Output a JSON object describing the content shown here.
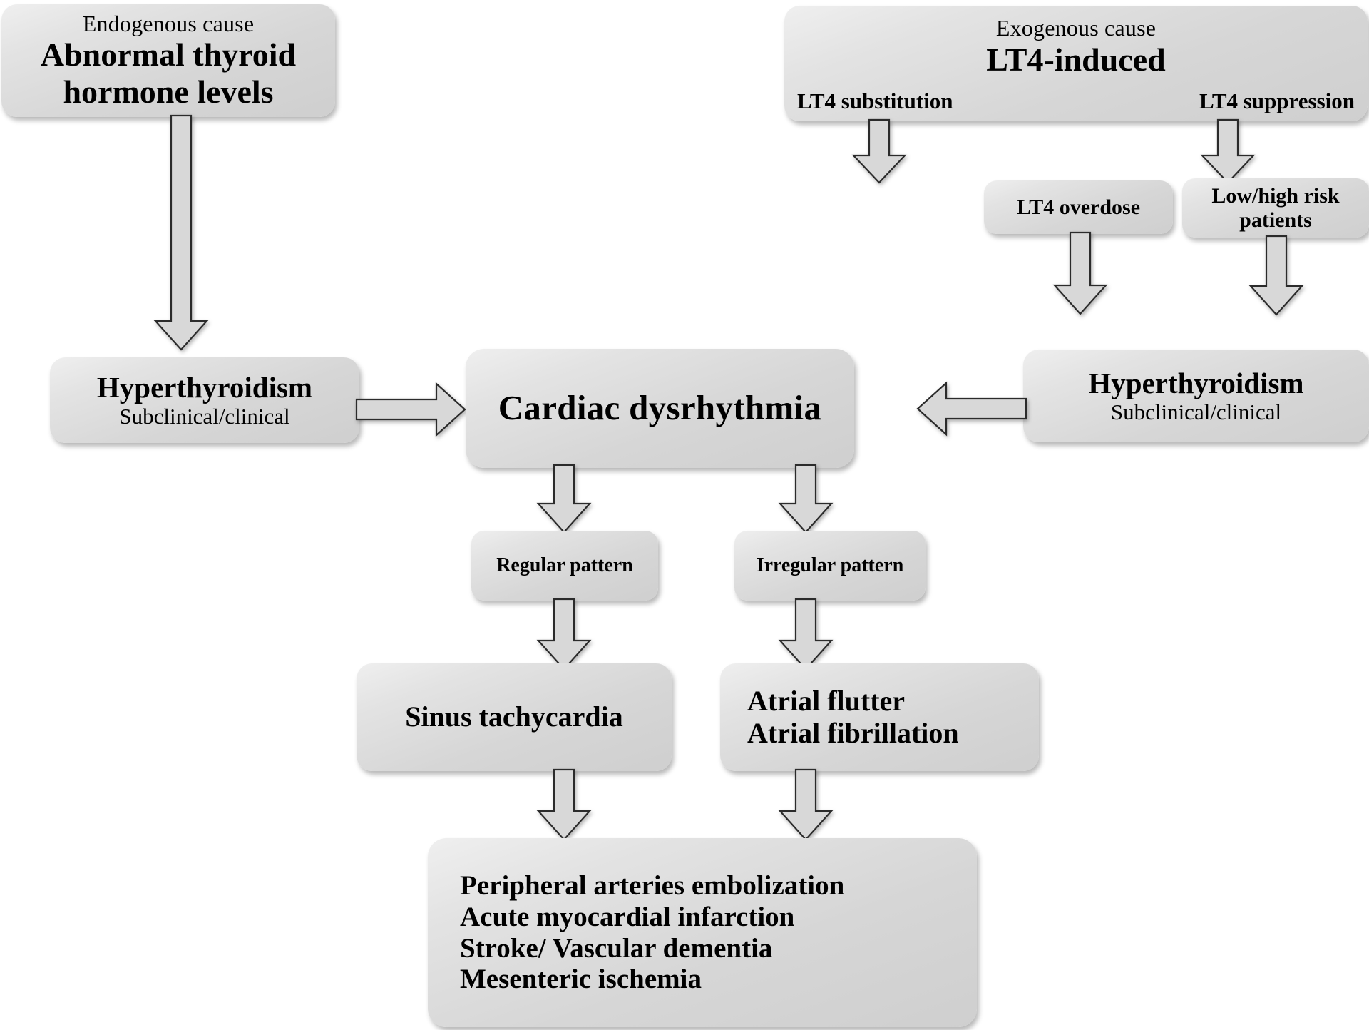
{
  "diagram": {
    "title": "Cardiac dysrhythmia causes and outcomes flowchart",
    "colors": {
      "box_fill": "#d9d9d9",
      "box_fill_light": "#efefef",
      "arrow_fill": "#d8d8d8",
      "arrow_stroke": "#2b2b2b",
      "text": "#000000",
      "background": "#ffffff"
    }
  },
  "nodes": {
    "endogenous": {
      "caption": "Endogenous cause",
      "title_line1": "Abnormal thyroid",
      "title_line2": "hormone levels"
    },
    "exogenous": {
      "caption": "Exogenous cause",
      "title": "LT4-induced",
      "sub_left": "LT4 substitution",
      "sub_right": "LT4 suppression"
    },
    "lt4_overdose": {
      "label": "LT4 overdose"
    },
    "risk_patients": {
      "line1": "Low/high risk",
      "line2": "patients"
    },
    "hyper_left": {
      "title": "Hyperthyroidism",
      "subtitle": "Subclinical/clinical"
    },
    "hyper_right": {
      "title": "Hyperthyroidism",
      "subtitle": "Subclinical/clinical"
    },
    "center": {
      "label": "Cardiac dysrhythmia"
    },
    "regular_pattern": {
      "label": "Regular pattern"
    },
    "irregular_pattern": {
      "label": "Irregular pattern"
    },
    "sinus": {
      "label": "Sinus tachycardia"
    },
    "atrial": {
      "line1": "Atrial flutter",
      "line2": "Atrial fibrillation"
    },
    "outcomes": {
      "line1": "Peripheral arteries embolization",
      "line2": "Acute myocardial infarction",
      "line3": "Stroke/ Vascular dementia",
      "line4": "Mesenteric ischemia"
    }
  },
  "edges": [
    {
      "name": "endogenous-to-hyper-left",
      "direction": "down"
    },
    {
      "name": "lt4-substitution-to-overdose",
      "direction": "down"
    },
    {
      "name": "lt4-suppression-to-risk-patients",
      "direction": "down"
    },
    {
      "name": "overdose-to-hyper-right",
      "direction": "down"
    },
    {
      "name": "risk-patients-to-hyper-right",
      "direction": "down"
    },
    {
      "name": "hyper-left-to-center",
      "direction": "right"
    },
    {
      "name": "hyper-right-to-center",
      "direction": "left"
    },
    {
      "name": "center-to-regular-pattern",
      "direction": "down"
    },
    {
      "name": "center-to-irregular-pattern",
      "direction": "down"
    },
    {
      "name": "regular-pattern-to-sinus",
      "direction": "down"
    },
    {
      "name": "irregular-pattern-to-atrial",
      "direction": "down"
    },
    {
      "name": "sinus-to-outcomes",
      "direction": "down"
    },
    {
      "name": "atrial-to-outcomes",
      "direction": "down"
    }
  ]
}
